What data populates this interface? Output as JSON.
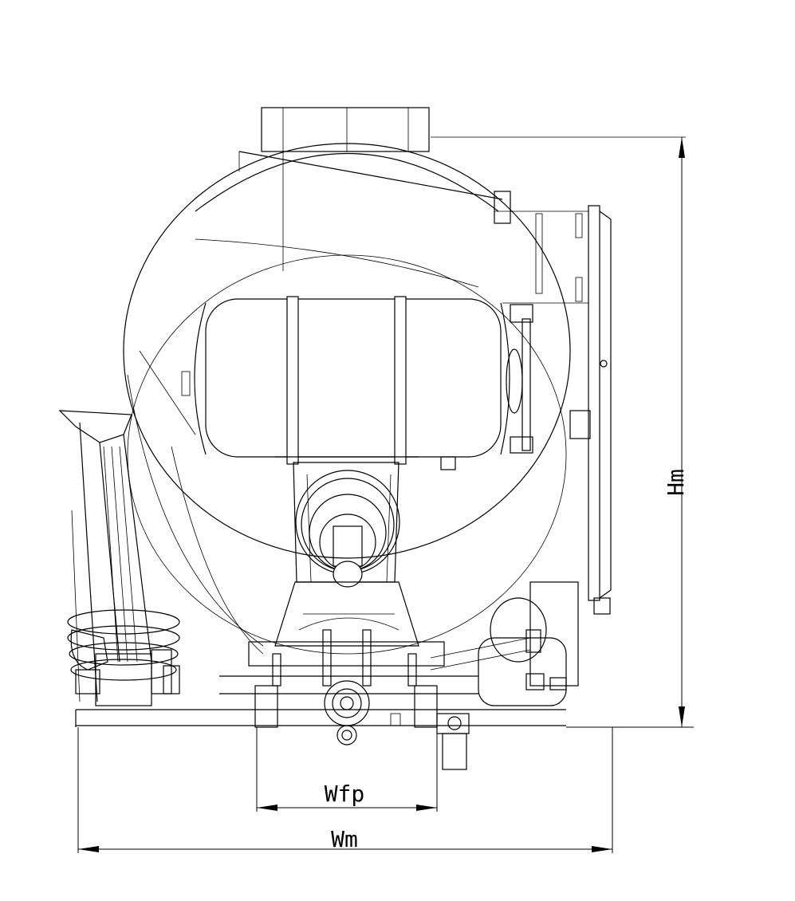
{
  "dimensions": {
    "height_label": "Hm",
    "width_machine_label": "Wm",
    "width_frame_label": "Wfp"
  }
}
